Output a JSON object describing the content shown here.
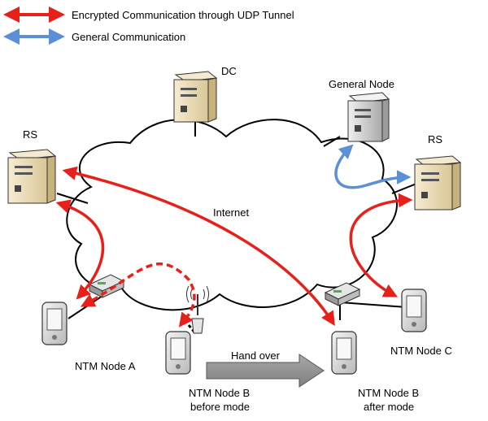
{
  "legend": [
    {
      "label": "Encrypted Communication through UDP Tunnel",
      "color": "#e8201a"
    },
    {
      "label": "General Communication",
      "color": "#5b8fd6"
    }
  ],
  "labels": {
    "dc": "DC",
    "general_node": "General Node",
    "rs_left": "RS",
    "rs_right": "RS",
    "internet": "Internet",
    "node_a": "NTM Node A",
    "node_b_before_line1": "NTM Node B",
    "node_b_before_line2": "before mode",
    "node_b_after_line1": "NTM Node B",
    "node_b_after_line2": "after mode",
    "node_c": "NTM Node C",
    "hand_over": "Hand over"
  },
  "colors": {
    "encrypted": "#e8201a",
    "general": "#5b8fd6",
    "server_beige": "#ecdcb6",
    "server_grey": "#c9c9c9"
  }
}
